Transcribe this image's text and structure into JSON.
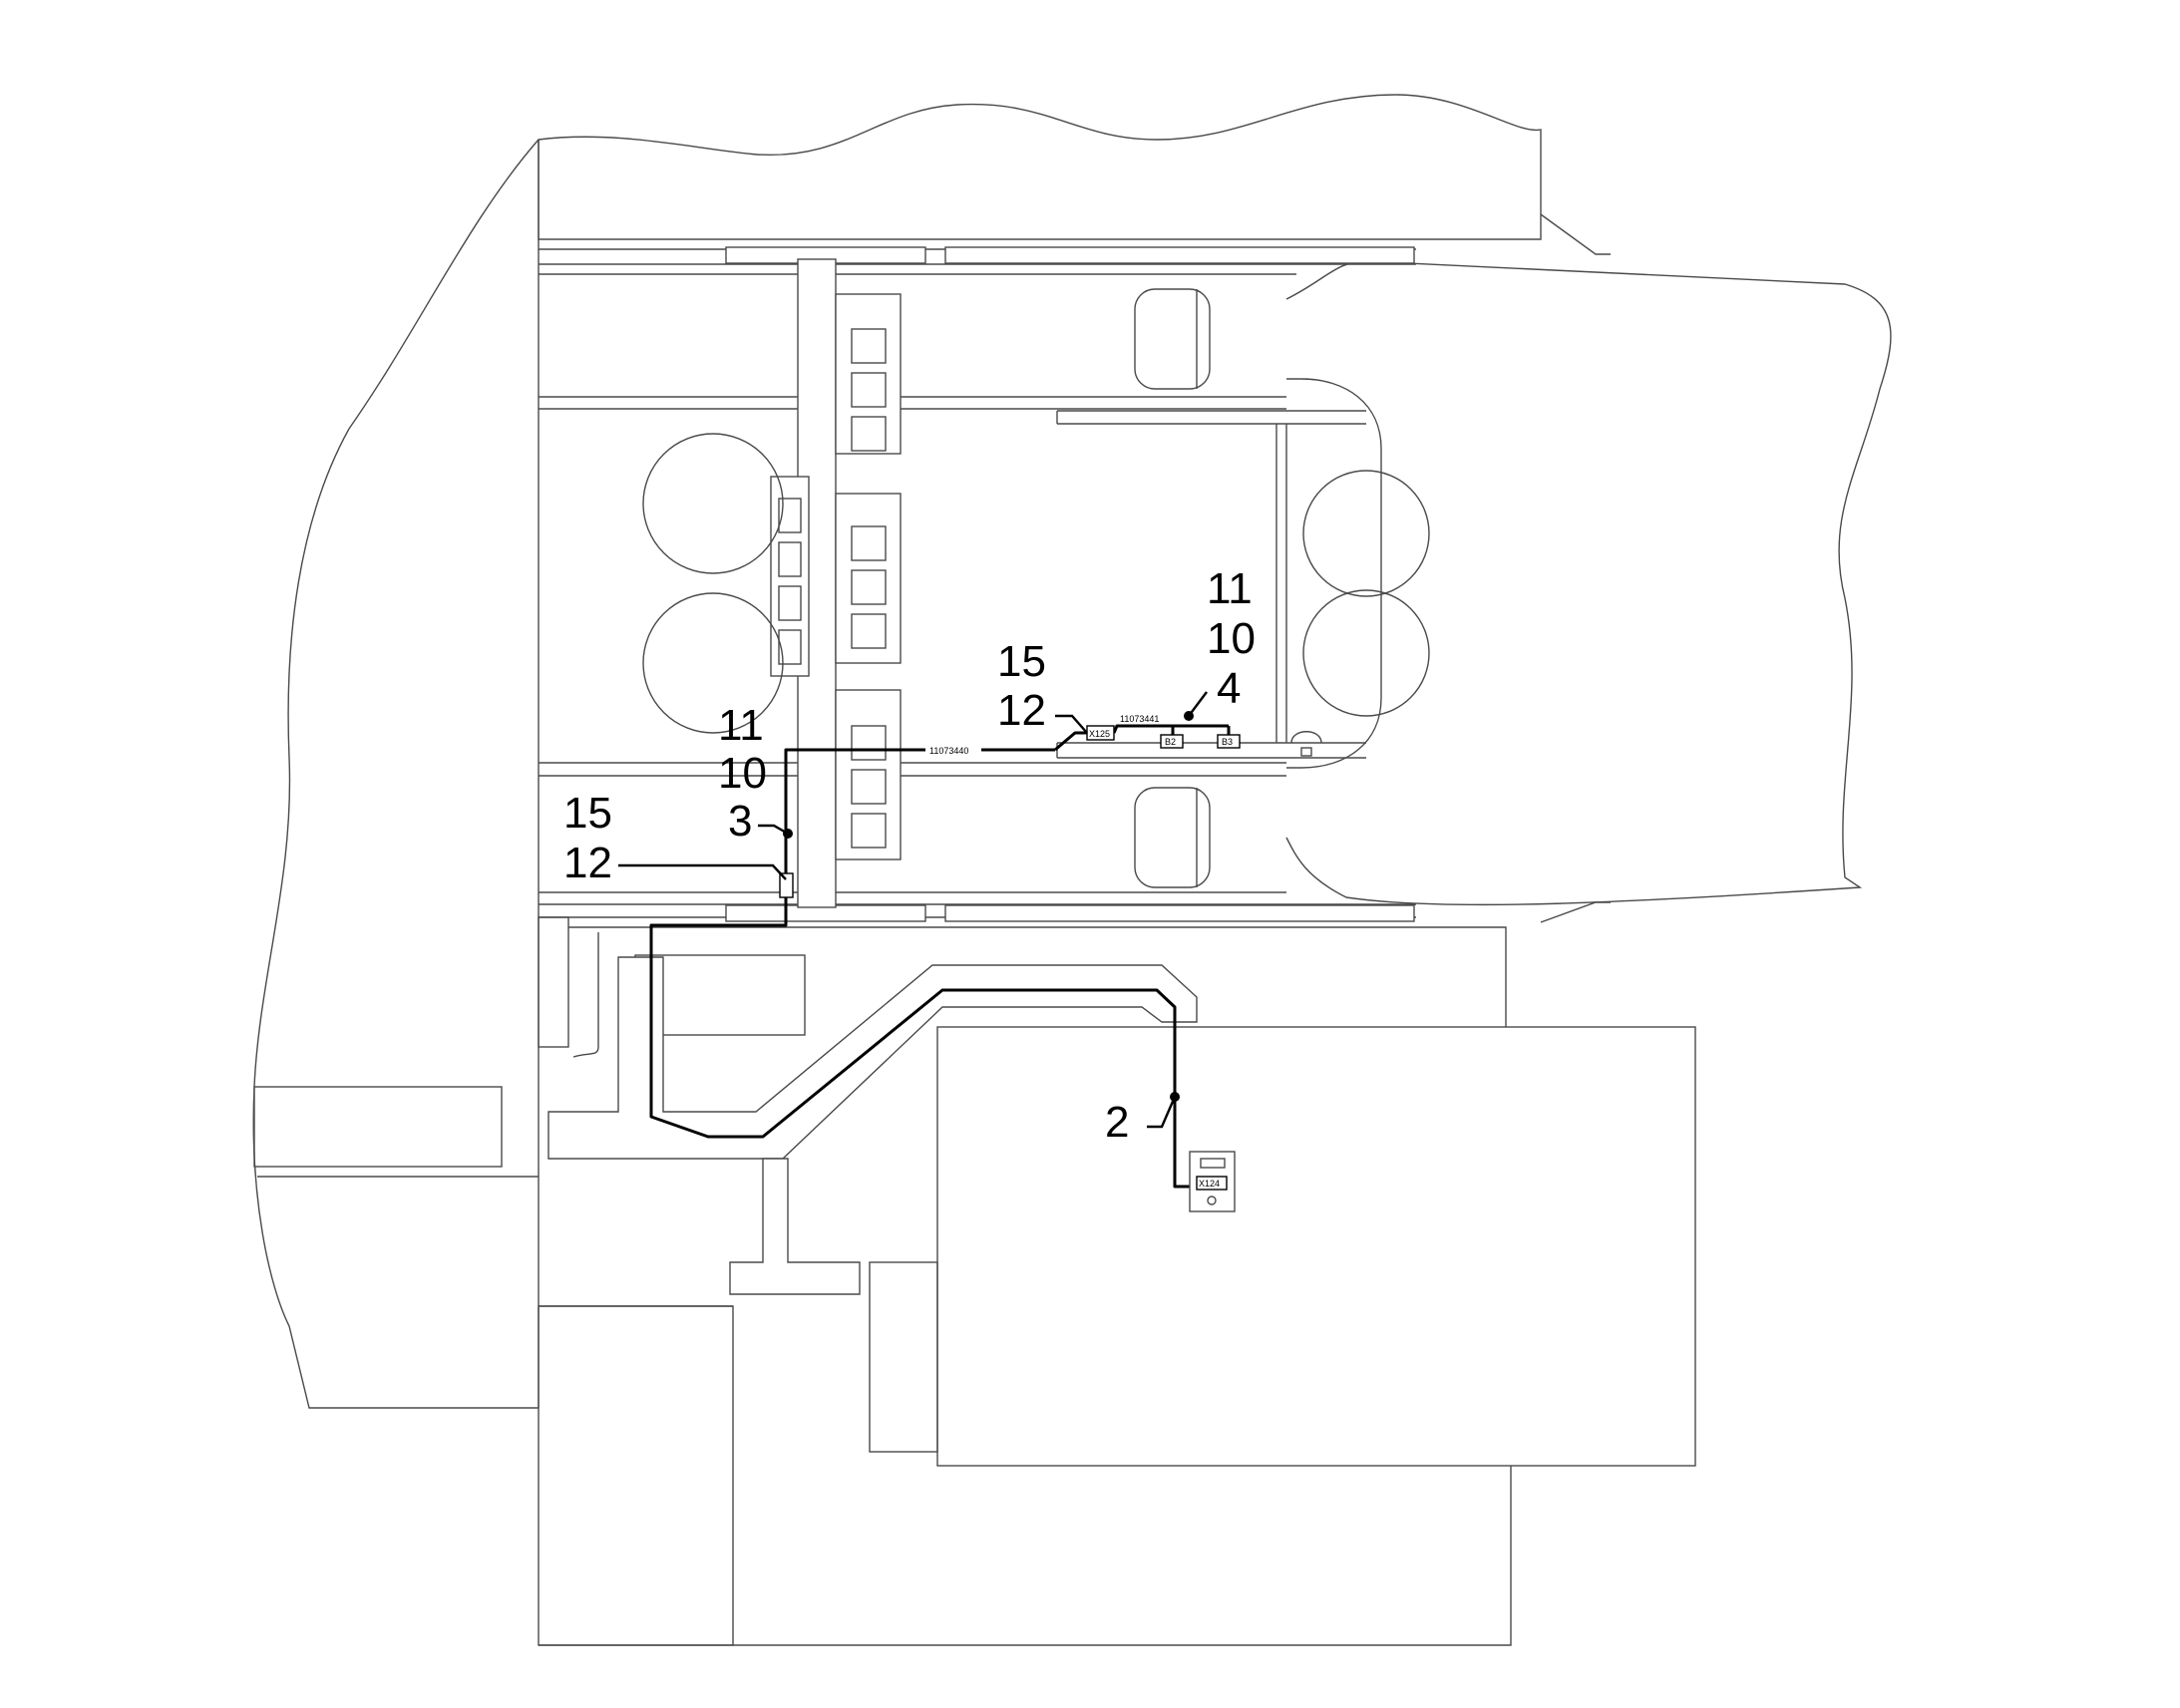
{
  "callouts": {
    "c11_top": "11",
    "c10_top": "10",
    "c4": "4",
    "c15_mid": "15",
    "c12_mid": "12",
    "c11_left": "11",
    "c10_left": "10",
    "c3": "3",
    "c15_left": "15",
    "c12_left": "12",
    "c2": "2"
  },
  "wire_labels": {
    "harness_a": "11073440",
    "harness_b": "11073441",
    "connector_mid": "X125",
    "connector_bottom": "X124",
    "sensor_1": "B2",
    "sensor_2": "B3"
  },
  "colors": {
    "outline": "#4a4a4a",
    "wire": "#000000",
    "background": "#ffffff"
  }
}
